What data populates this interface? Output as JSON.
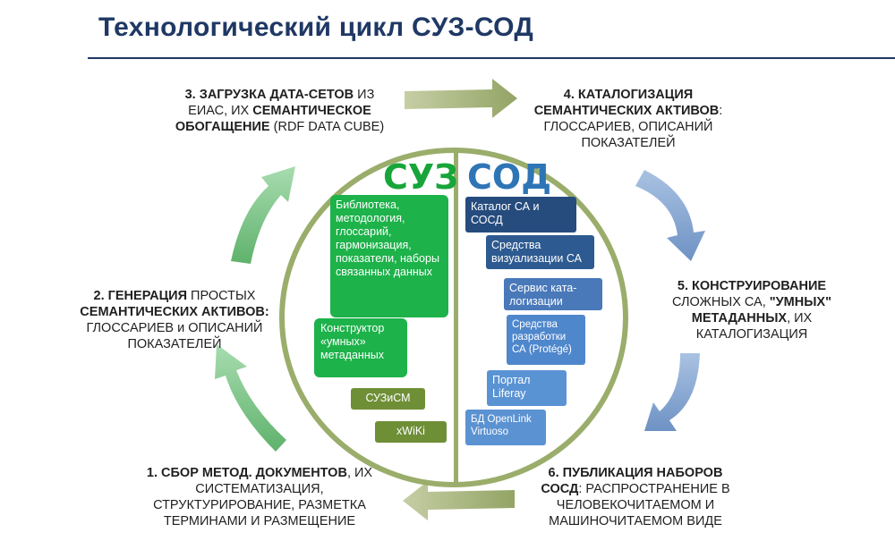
{
  "title": "Технологический цикл СУЗ-СОД",
  "steps": {
    "s1": {
      "bold": "1. СБОР МЕТОД. ДОКУМЕНТОВ",
      "rest": ", ИХ СИСТЕМАТИЗАЦИЯ, СТРУКТУРИРОВАНИЕ, РАЗМЕТКА ТЕРМИНАМИ И РАЗМЕЩЕНИЕ"
    },
    "s2": {
      "bold1": "2. ГЕНЕРАЦИЯ",
      "mid": " ПРОСТЫХ ",
      "bold2": "СЕМАНТИЧЕСКИХ АКТИВОВ:",
      "rest": " ГЛОССАРИЕВ и ОПИСАНИЙ ПОКАЗАТЕЛЕЙ"
    },
    "s3": {
      "bold1": "3. ЗАГРУЗКА ДАТА-СЕТОВ",
      "mid": " ИЗ ЕИАС, ИХ ",
      "bold2": "СЕМАНТИЧЕСКОЕ ОБОГАЩЕНИЕ",
      "rest": " (RDF DATA CUBE)"
    },
    "s4": {
      "bold": "4. КАТАЛОГИЗАЦИЯ СЕМАНТИЧЕСКИХ АКТИВОВ",
      "rest": ": ГЛОССАРИЕВ, ОПИСАНИЙ ПОКАЗАТЕЛЕЙ"
    },
    "s5": {
      "bold1": "5. КОНСТРУИРОВАНИЕ",
      "mid": " СЛОЖНЫХ СА, ",
      "bold2": "\"УМНЫХ\" МЕТАДАННЫХ",
      "rest": ", ИХ КАТАЛОГИЗАЦИЯ"
    },
    "s6": {
      "bold": "6. ПУБЛИКАЦИЯ НАБОРОВ СОСД",
      "rest": ": РАСПРОСТРАНЕНИЕ В ЧЕЛОВЕКОЧИТАЕМОМ И МАШИНОЧИТАЕМОМ ВИДЕ"
    }
  },
  "suz": {
    "label": "СУЗ",
    "items": [
      "Библиотека, методология, глоссарий, гармонизация, показатели, наборы связанных данных",
      "Конструктор «умных» метаданных",
      "СУЗиСМ",
      "xWiKi"
    ]
  },
  "sod": {
    "label": "СОД",
    "items": [
      "Каталог СА и СОСД",
      "Средства визуализации СА",
      "Сервис ката-логизации",
      "Средства разработки СА (Protégé)",
      "Портал Liferay",
      "БД OpenLink Virtuoso"
    ]
  },
  "colors": {
    "title": "#1f3864",
    "suz_green": "#18a53a",
    "sod_blue": "#2e75b6",
    "ring": "#9aad6b",
    "arrow_green": "#7cc489",
    "arrow_blue": "#8eaed4",
    "arrow_olive": "#a6b47e"
  }
}
